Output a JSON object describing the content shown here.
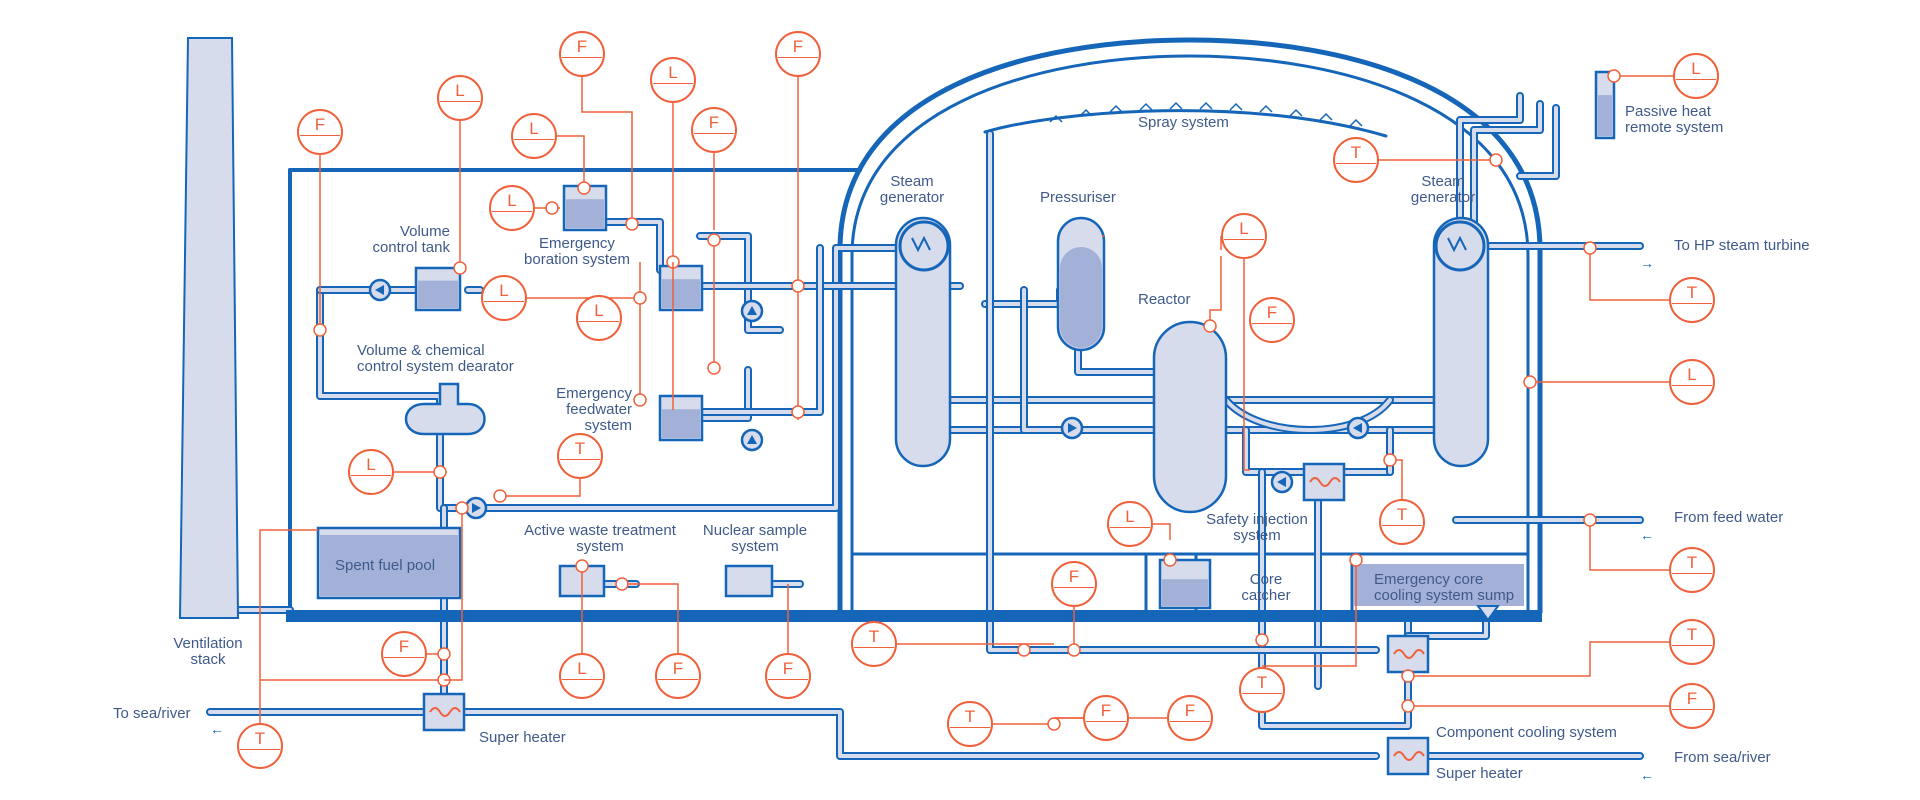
{
  "labels": {
    "ventilation_stack": "Ventilation\nstack",
    "to_sea_river": "To sea/river",
    "super_heater_left": "Super heater",
    "spent_fuel_pool": "Spent fuel pool",
    "volume_control_tank": "Volume\ncontrol tank",
    "vcs_dearator": "Volume & chemical\ncontrol system dearator",
    "emergency_boration": "Emergency\nboration system",
    "emergency_feedwater": "Emergency\nfeedwater\nsystem",
    "active_waste": "Active waste treatment\nsystem",
    "nuclear_sample": "Nuclear sample\nsystem",
    "steam_generator_left": "Steam\ngenerator",
    "pressuriser": "Pressuriser",
    "spray_system": "Spray system",
    "reactor": "Reactor",
    "steam_generator_right": "Steam\ngenerator",
    "passive_heat": "Passive heat\nremote system",
    "to_hp_steam": "To HP steam turbine",
    "from_feed_water": "From feed water",
    "safety_injection": "Safety injection\nsystem",
    "core_catcher": "Core\ncatcher",
    "eccs_sump": "Emergency core\ncooling system sump",
    "component_cooling": "Component cooling system",
    "super_heater_right": "Super heater",
    "from_sea_river": "From sea/river"
  },
  "instrument_letters": {
    "flow": "F",
    "level": "L",
    "temperature": "T"
  },
  "colors": {
    "pipe_dark": "#1565b8",
    "pipe_light": "#d6dcec",
    "equipment_fill": "#d6dcec",
    "liquid_fill": "#a3b1d8",
    "signal": "#f0603a",
    "label_text": "#3f5a8a"
  }
}
